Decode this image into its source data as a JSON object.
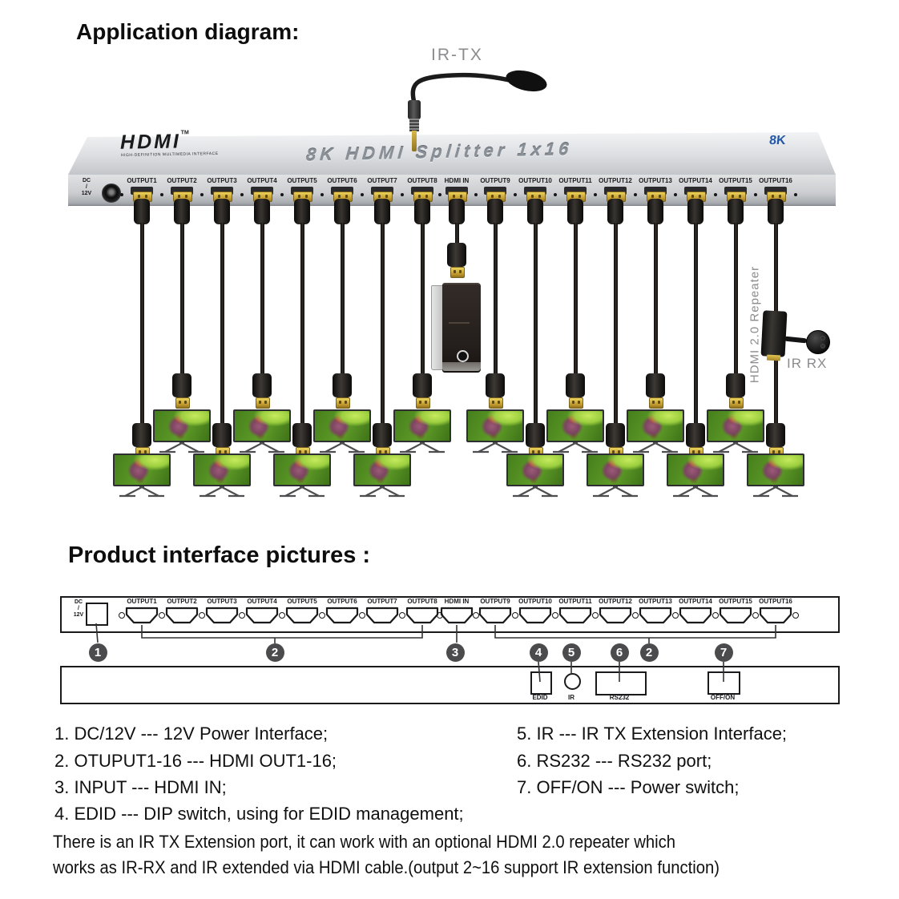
{
  "headings": {
    "application": "Application diagram:",
    "interface": "Product interface pictures :"
  },
  "device": {
    "logo": "HDMI",
    "logo_mark": "TM",
    "tagline": "HIGH-DEFINITION MULTIMEDIA INTERFACE",
    "title": "8K HDMI Splitter 1x16",
    "badge": "8K",
    "dc": [
      "DC",
      "/",
      "12V"
    ],
    "ports": [
      "OUTPUT1",
      "OUTPUT2",
      "OUTPUT3",
      "OUTPUT4",
      "OUTPUT5",
      "OUTPUT6",
      "OUTPUT7",
      "OUTPUT8",
      "HDMI IN",
      "OUTPUT9",
      "OUTPUT10",
      "OUTPUT11",
      "OUTPUT12",
      "OUTPUT13",
      "OUTPUT14",
      "OUTPUT15",
      "OUTPUT16"
    ]
  },
  "application": {
    "ir_tx": "IR-TX",
    "ir_rx": "IR RX",
    "repeater": "HDMI 2.0 Repeater"
  },
  "panel2": {
    "edid": "EDID",
    "ir": "IR",
    "rs232": "RS232",
    "offon": "OFF/ON"
  },
  "callouts": {
    "numbers": [
      "1",
      "2",
      "3",
      "4",
      "5",
      "6",
      "2",
      "7"
    ]
  },
  "descriptions": {
    "left": [
      "1. DC/12V --- 12V Power Interface;",
      "2. OTUPUT1-16 --- HDMI OUT1-16;",
      "3. INPUT --- HDMI IN;",
      "4. EDID --- DIP switch, using for EDID management;"
    ],
    "right": [
      "5. IR --- IR TX Extension Interface;",
      "6. RS232 --- RS232 port;",
      "7. OFF/ON --- Power switch;"
    ],
    "note": [
      "There is an IR TX Extension port, it can work with an optional HDMI 2.0 repeater which",
      "works as IR-RX and IR extended via HDMI cable.(output 2~16 support IR extension function)"
    ]
  },
  "colors": {
    "badge_blue": "#2458a6",
    "callout_gray": "#4b4b4d",
    "device_silver": "#d4d6d9",
    "tv_green": "#4e8a20",
    "label_gray": "#8b8b8d"
  }
}
